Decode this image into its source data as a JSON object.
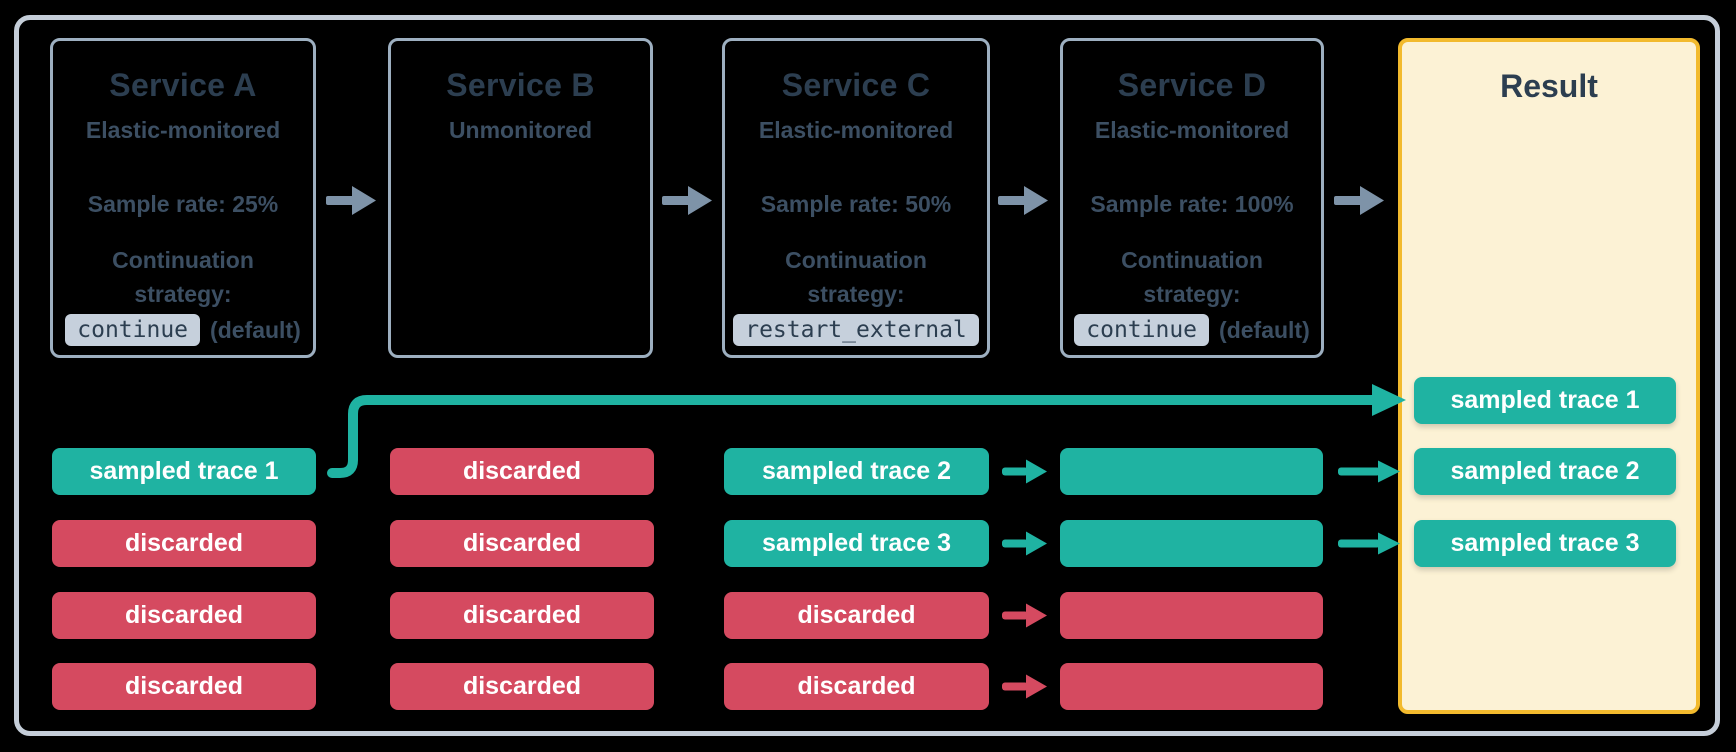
{
  "colors": {
    "teal": "#1FB3A2",
    "red": "#D54A60",
    "slate_arrow": "#7E93A8",
    "box_border": "#9DAFC0",
    "frame_border": "#C5CED9",
    "title_text": "#2C3E50",
    "body_text": "#3C4F63",
    "code_bg": "#C6D0DC",
    "result_bg": "#FCF2D5",
    "result_border": "#F2BA2D"
  },
  "services": {
    "a": {
      "title": "Service A",
      "subtitle": "Elastic-monitored",
      "sample_rate": "Sample rate: 25%",
      "continuation_line1": "Continuation",
      "continuation_line2": "strategy:",
      "code": "continue",
      "code_suffix": "(default)"
    },
    "b": {
      "title": "Service B",
      "subtitle": "Unmonitored"
    },
    "c": {
      "title": "Service C",
      "subtitle": "Elastic-monitored",
      "sample_rate": "Sample rate: 50%",
      "continuation_line1": "Continuation",
      "continuation_line2": "strategy:",
      "code": "restart_external",
      "code_suffix": ""
    },
    "d": {
      "title": "Service D",
      "subtitle": "Elastic-monitored",
      "sample_rate": "Sample rate: 100%",
      "continuation_line1": "Continuation",
      "continuation_line2": "strategy:",
      "code": "continue",
      "code_suffix": "(default)"
    }
  },
  "result": {
    "title": "Result",
    "chips": [
      {
        "label": "sampled trace 1",
        "kind": "sampled"
      },
      {
        "label": "sampled trace 2",
        "kind": "sampled"
      },
      {
        "label": "sampled trace 3",
        "kind": "sampled"
      }
    ]
  },
  "traces": {
    "service_a": [
      {
        "label": "sampled trace 1",
        "kind": "sampled"
      },
      {
        "label": "discarded",
        "kind": "discarded"
      },
      {
        "label": "discarded",
        "kind": "discarded"
      },
      {
        "label": "discarded",
        "kind": "discarded"
      }
    ],
    "service_b": [
      {
        "label": "discarded",
        "kind": "discarded"
      },
      {
        "label": "discarded",
        "kind": "discarded"
      },
      {
        "label": "discarded",
        "kind": "discarded"
      },
      {
        "label": "discarded",
        "kind": "discarded"
      }
    ],
    "service_c": [
      {
        "label": "sampled trace 2",
        "kind": "sampled"
      },
      {
        "label": "sampled trace 3",
        "kind": "sampled"
      },
      {
        "label": "discarded",
        "kind": "discarded"
      },
      {
        "label": "discarded",
        "kind": "discarded"
      }
    ],
    "service_d": [
      {
        "label": "",
        "kind": "sampled"
      },
      {
        "label": "",
        "kind": "sampled"
      },
      {
        "label": "",
        "kind": "discarded"
      },
      {
        "label": "",
        "kind": "discarded"
      }
    ]
  }
}
